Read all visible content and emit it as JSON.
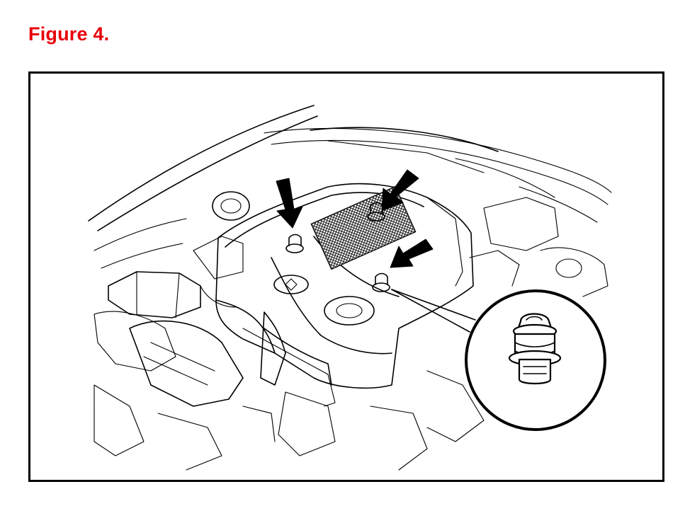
{
  "figure": {
    "title": "Figure 4.",
    "title_color": "#e8000b",
    "frame_color": "#000000"
  },
  "illustration": {
    "subject": "engine-cover-with-retaining-clips",
    "callout_count": 3,
    "detail_view": "clip-close-up"
  }
}
